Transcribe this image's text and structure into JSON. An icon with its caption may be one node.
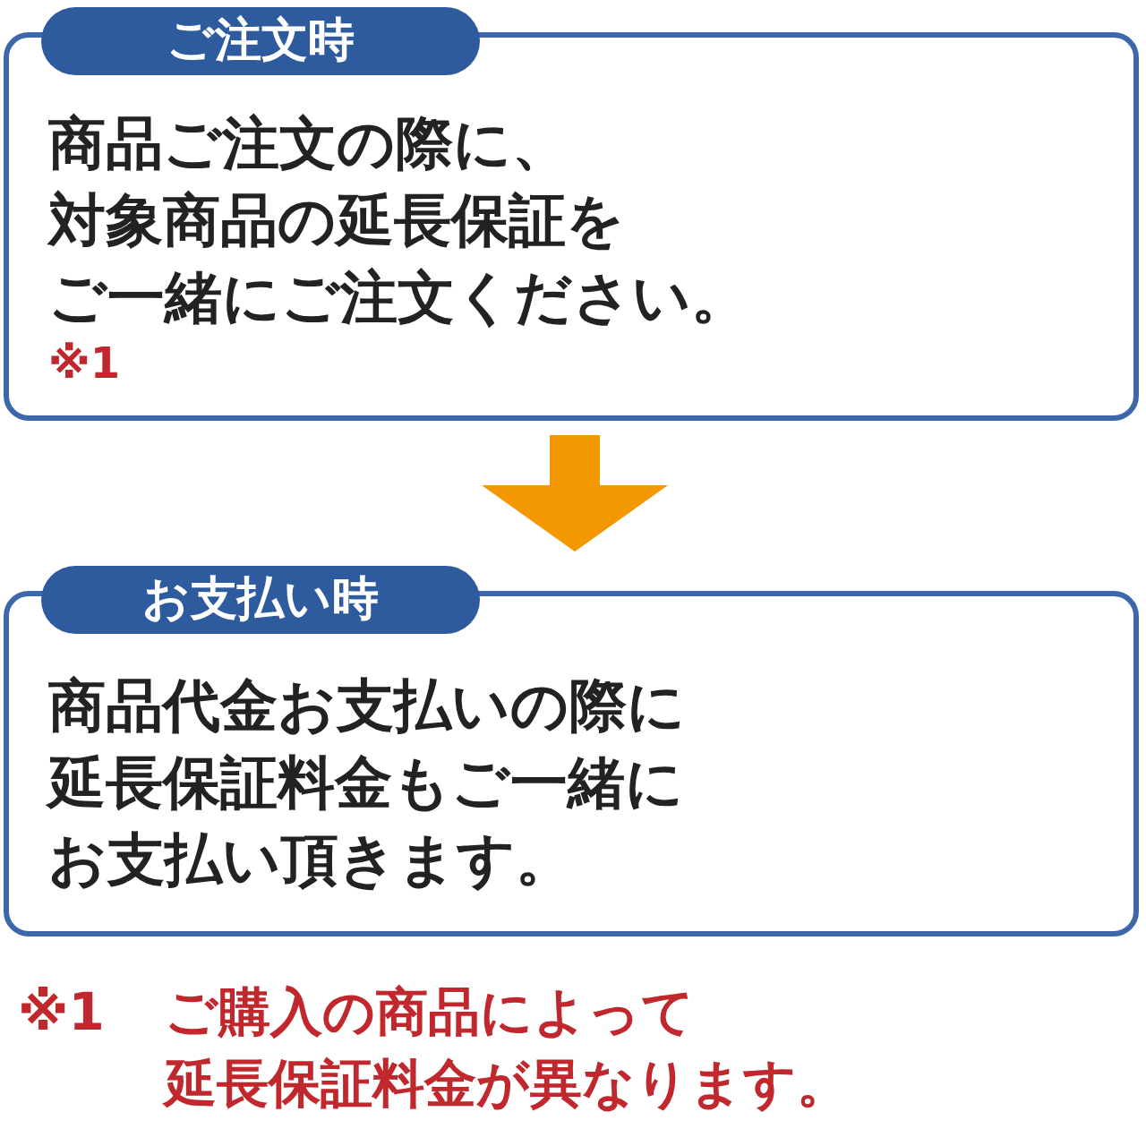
{
  "diagram": {
    "nodes": [
      {
        "text": [
          "ご注文時",
          "商品ご注文の際に、対象商品の延長保証をご一緒にご注文ください。",
          "※1"
        ]
      },
      {
        "text": [
          "お支払い時",
          "商品代金お支払いの際に延長保証料金もご一緒にお支払い頂きます。"
        ]
      }
    ],
    "edges": [
      {
        "from": 0,
        "to": 1,
        "arrow": "to"
      }
    ],
    "labels": [
      "※1",
      "ご購入の商品によって延長保証料金が異なります。"
    ]
  }
}
